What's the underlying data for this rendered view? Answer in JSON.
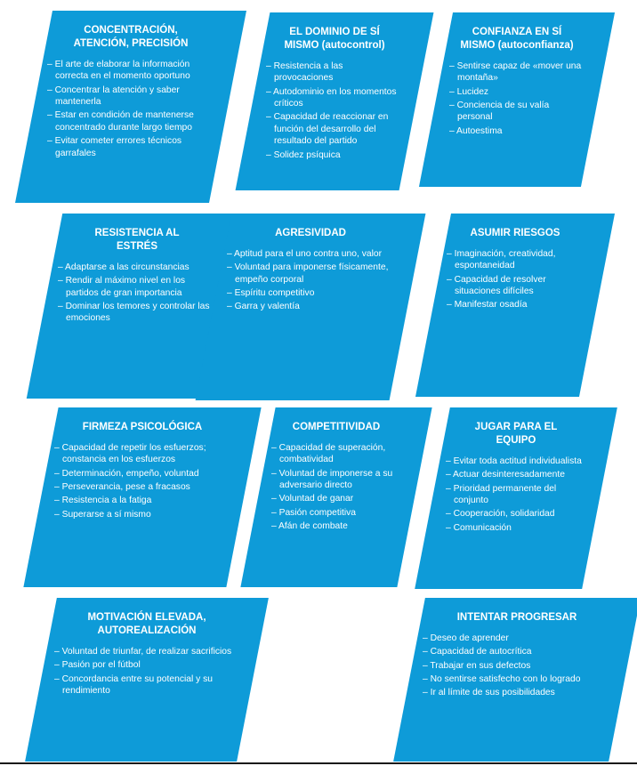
{
  "accent_color": "#0e9bd8",
  "cards": [
    {
      "title": "CONCENTRACIÓN,\nATENCIÓN, PRECISIÓN",
      "items": [
        "– El arte de elaborar la información correcta en el momento oportuno",
        "– Concentrar la atención y saber mantenerla",
        "– Estar en condición de mantenerse concentrado durante largo tiempo",
        "– Evitar cometer errores técnicos garrafales"
      ]
    },
    {
      "title": "EL DOMINIO DE SÍ\nMISMO (autocontrol)",
      "items": [
        "– Resistencia a las provocaciones",
        "– Autodominio en los momentos críticos",
        "– Capacidad de reaccionar en función del desarrollo del resultado del partido",
        "– Solidez psíquica"
      ]
    },
    {
      "title": "CONFIANZA EN SÍ\nMISMO (autoconfianza)",
      "items": [
        "– Sentirse capaz de «mover una montaña»",
        "– Lucidez",
        "– Conciencia de su valía personal",
        "– Autoestima"
      ]
    },
    {
      "title": "RESISTENCIA AL\nESTRÉS",
      "items": [
        "– Adaptarse a las circunstancias",
        "– Rendir al máximo nivel en los partidos de gran importancia",
        "– Dominar los temores y controlar las emociones"
      ]
    },
    {
      "title": "AGRESIVIDAD",
      "items": [
        "– Aptitud para el uno contra uno, valor",
        "– Voluntad para imponerse físicamente, empeño corporal",
        "– Espíritu competitivo",
        "– Garra y valentía"
      ]
    },
    {
      "title": "ASUMIR RIESGOS",
      "items": [
        "– Imaginación, creatividad, espontaneidad",
        "– Capacidad de resolver situaciones difíciles",
        "– Manifestar osadía"
      ]
    },
    {
      "title": "FIRMEZA PSICOLÓGICA",
      "items": [
        "– Capacidad de repetir los esfuerzos; constancia en los esfuerzos",
        "– Determinación, empeño, voluntad",
        "– Perseverancia, pese a fracasos",
        "– Resistencia a la fatiga",
        "– Superarse a sí mismo"
      ]
    },
    {
      "title": "COMPETITIVIDAD",
      "items": [
        "– Capacidad de superación, combatividad",
        "– Voluntad de imponerse a su adversario directo",
        "– Voluntad de ganar",
        "– Pasión competitiva",
        "– Afán de combate"
      ]
    },
    {
      "title": "JUGAR PARA EL\nEQUIPO",
      "items": [
        "– Evitar toda actitud individualista",
        "– Actuar desinteresadamente",
        "– Prioridad permanente del conjunto",
        "– Cooperación, solidaridad",
        "– Comunicación"
      ]
    },
    {
      "title": "MOTIVACIÓN ELEVADA,\nAUTOREALIZACIÓN",
      "items": [
        "– Voluntad de triunfar, de realizar sacrificios",
        "– Pasión por el fútbol",
        "– Concordancia entre su potencial y su rendimiento"
      ]
    },
    {
      "title": "INTENTAR PROGRESAR",
      "items": [
        "– Deseo de aprender",
        "– Capacidad de autocrítica",
        "– Trabajar en sus defectos",
        "– No sentirse satisfecho con lo logrado",
        "– Ir al límite de sus posibilidades"
      ]
    }
  ]
}
